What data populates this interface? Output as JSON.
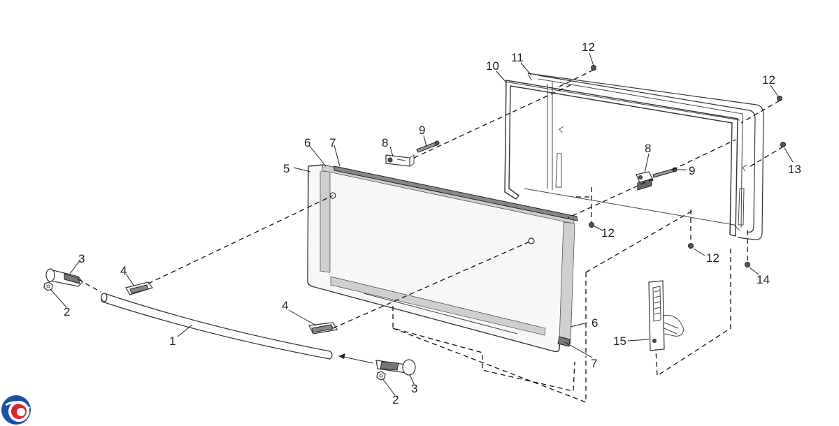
{
  "labels": [
    {
      "key": "handle",
      "text": "1"
    },
    {
      "key": "nut-left",
      "text": "2"
    },
    {
      "key": "nut-right",
      "text": "2"
    },
    {
      "key": "end-cap-left",
      "text": "3"
    },
    {
      "key": "end-cap-right",
      "text": "3"
    },
    {
      "key": "bracket-left",
      "text": "4"
    },
    {
      "key": "bracket-right",
      "text": "4"
    },
    {
      "key": "outer-glass",
      "text": "5"
    },
    {
      "key": "glass-strip-top",
      "text": "6"
    },
    {
      "key": "glass-strip-right",
      "text": "6"
    },
    {
      "key": "glass-clip-top",
      "text": "7"
    },
    {
      "key": "glass-clip-right",
      "text": "7"
    },
    {
      "key": "hinge-block-left",
      "text": "8"
    },
    {
      "key": "hinge-block-right",
      "text": "8"
    },
    {
      "key": "hinge-screw-left",
      "text": "9"
    },
    {
      "key": "hinge-screw-right",
      "text": "9"
    },
    {
      "key": "door-seal",
      "text": "10"
    },
    {
      "key": "inner-door-frame",
      "text": "11"
    },
    {
      "key": "screw-top",
      "text": "12"
    },
    {
      "key": "screw-top-right",
      "text": "12"
    },
    {
      "key": "screw-mid-left",
      "text": "12"
    },
    {
      "key": "screw-mid-right",
      "text": "12"
    },
    {
      "key": "screw-side",
      "text": "13"
    },
    {
      "key": "screw-bottom",
      "text": "14"
    },
    {
      "key": "door-hinge",
      "text": "15"
    }
  ],
  "logo": {
    "name": "brand-logo",
    "colors": [
      "#1f4fa3",
      "#d8262e"
    ]
  }
}
